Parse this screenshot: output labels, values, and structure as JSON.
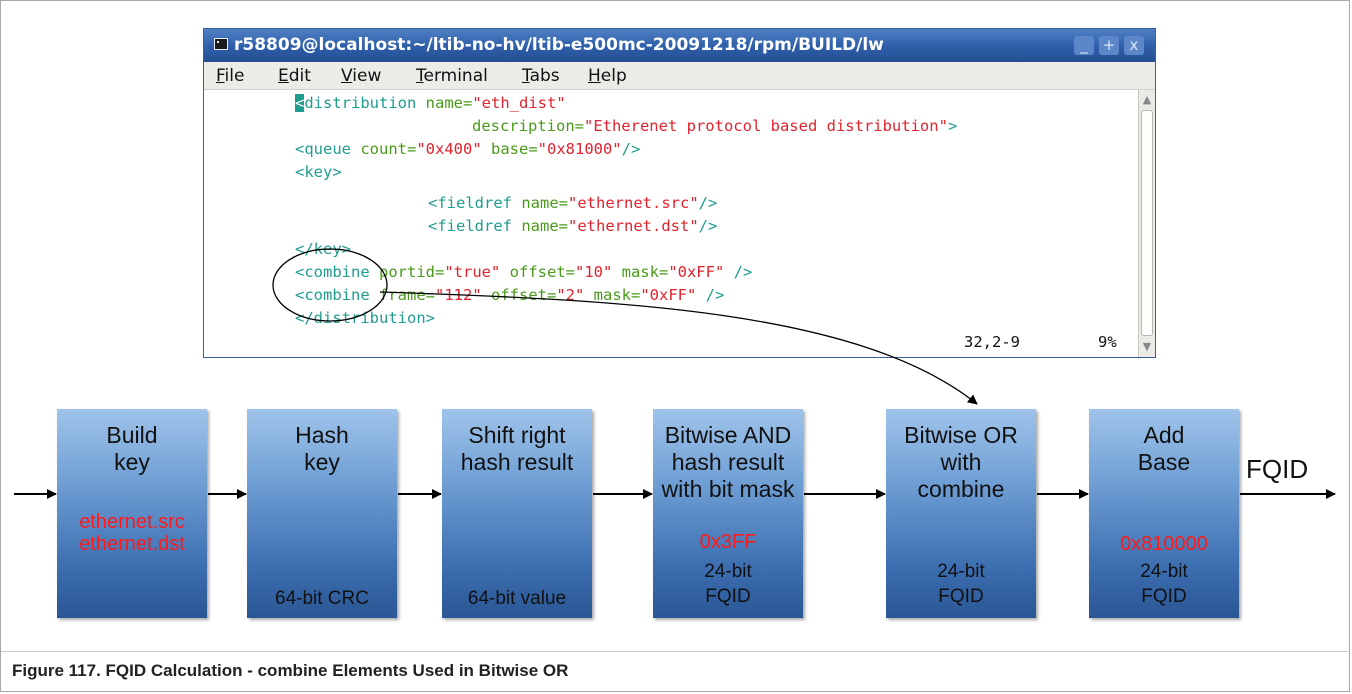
{
  "terminal": {
    "title": "r58809@localhost:~/ltib-no-hv/ltib-e500mc-20091218/rpm/BUILD/lw",
    "buttons": [
      "_",
      "+",
      "x"
    ],
    "menu": [
      {
        "pre": "",
        "u": "F",
        "post": "ile"
      },
      {
        "pre": "",
        "u": "E",
        "post": "dit"
      },
      {
        "pre": "",
        "u": "V",
        "post": "iew"
      },
      {
        "pre": "",
        "u": "T",
        "post": "erminal"
      },
      {
        "pre": "",
        "u": "T",
        "post": "abs"
      },
      {
        "pre": "",
        "u": "H",
        "post": "elp"
      }
    ],
    "code": {
      "l1": {
        "cursor": "<",
        "tag": "distribution ",
        "attr": "name=",
        "str": "\"eth_dist\""
      },
      "l2": {
        "attr": "description=",
        "str": "\"Etherenet protocol based distribution\"",
        "tag": ">"
      },
      "l3": {
        "tag1": "<queue ",
        "attr1": "count=",
        "str1": "\"0x400\"",
        "attr2": " base=",
        "str2": "\"0x81000\"",
        "tag2": "/>"
      },
      "l4": {
        "tag": "<key>"
      },
      "l5": {
        "tag1": "<fieldref ",
        "attr": "name=",
        "str": "\"ethernet.src\"",
        "tag2": "/>"
      },
      "l6": {
        "tag1": "<fieldref ",
        "attr": "name=",
        "str": "\"ethernet.dst\"",
        "tag2": "/>"
      },
      "l7": {
        "tag": "</key>"
      },
      "l8": {
        "tag1": "<combine ",
        "attr1": "portid=",
        "str1": "\"true\"",
        "attr2": " offset=",
        "str2": "\"10\"",
        "attr3": " mask=",
        "str3": "\"0xFF\"",
        "tag2": " />"
      },
      "l9": {
        "tag1": "<combine ",
        "attr1": "frame=",
        "str1": "\"112\"",
        "attr2": " offset=",
        "str2": "\"2\"",
        "attr3": " mask=",
        "str3": "\"0xFF\"",
        "tag2": " />"
      },
      "l10": {
        "tag": "</distribution>"
      }
    },
    "status_pos": "32,2-9",
    "status_pct": "9%"
  },
  "steps": [
    {
      "title": [
        "Build",
        "key"
      ],
      "red": [
        "ethernet.src",
        "ethernet.dst"
      ],
      "footer": []
    },
    {
      "title": [
        "Hash",
        "key"
      ],
      "red": [],
      "footer": [
        "64-bit CRC"
      ]
    },
    {
      "title": [
        "Shift right",
        "hash result"
      ],
      "red": [],
      "footer": [
        "64-bit value"
      ]
    },
    {
      "title": [
        "Bitwise AND",
        "hash result",
        "with bit mask"
      ],
      "red": [
        "0x3FF"
      ],
      "footer": [
        "24-bit",
        "FQID"
      ]
    },
    {
      "title": [
        "Bitwise OR",
        "with",
        "combine"
      ],
      "red": [],
      "footer": [
        "24-bit",
        "FQID"
      ]
    },
    {
      "title": [
        "Add",
        "Base"
      ],
      "red": [
        "0x810000"
      ],
      "footer": [
        "24-bit",
        "FQID"
      ]
    }
  ],
  "output_label": "FQID",
  "caption": "Figure 117. FQID Calculation - combine Elements Used in Bitwise OR",
  "colors": {
    "box_top": "#a0c4ea",
    "box_bottom": "#2a5694",
    "highlight_red": "#ff1a1a",
    "title_bar": "#2e5ea8"
  }
}
